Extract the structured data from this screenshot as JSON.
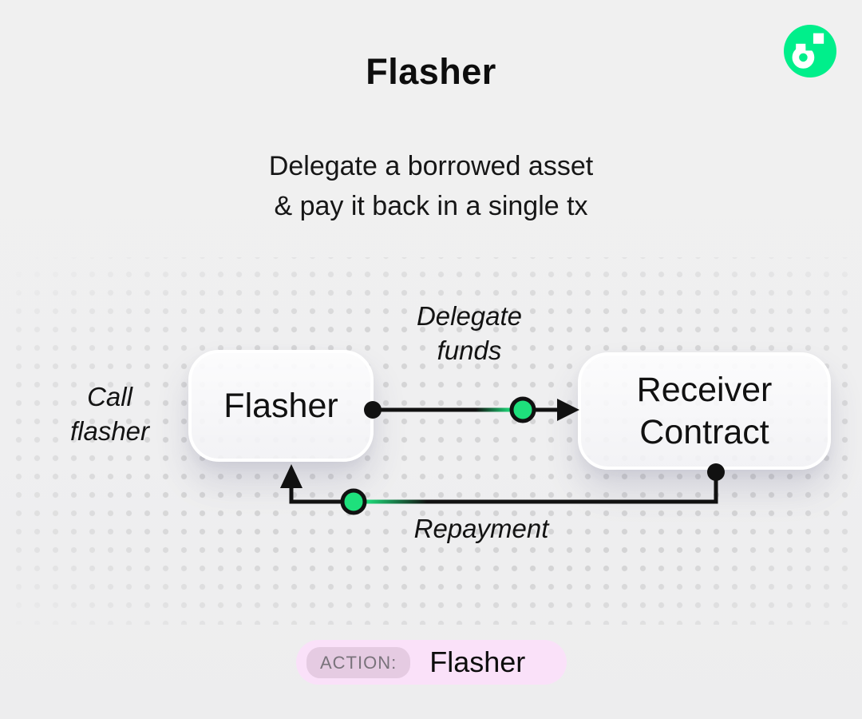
{
  "header": {
    "title": "Flasher",
    "subtitle_line1": "Delegate a borrowed asset",
    "subtitle_line2": "& pay it back in a single tx"
  },
  "logo": {
    "name": "flow-logo",
    "color": "#00EF8B"
  },
  "diagram": {
    "flasher_node_label": "Flasher",
    "receiver_node_line1": "Receiver",
    "receiver_node_line2": "Contract",
    "call_label_line1": "Call",
    "call_label_line2": "flasher",
    "delegate_label_line1": "Delegate",
    "delegate_label_line2": "funds",
    "repayment_label": "Repayment",
    "colors": {
      "accent_green": "#1EE07C",
      "line": "#111111",
      "node_bg": "#F8F8FA"
    }
  },
  "footer": {
    "action_label": "ACTION:",
    "action_value": "Flasher",
    "pill_bg": "#FAE1F9",
    "badge_bg": "#E5CBE2",
    "badge_text_color": "#79737B"
  }
}
